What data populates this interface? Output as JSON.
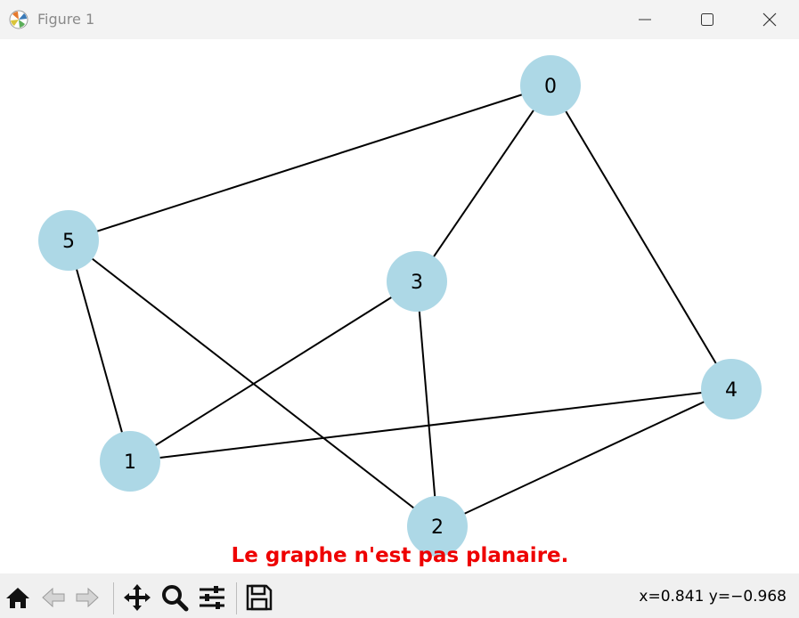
{
  "window": {
    "title": "Figure 1",
    "app_icon": "matplotlib-logo-icon",
    "controls": [
      "minimize-icon",
      "maximize-icon",
      "close-icon"
    ]
  },
  "figure": {
    "message": "Le graphe n'est pas planaire.",
    "message_color": "#ee0000",
    "node_color": "#add8e6",
    "edge_color": "#000000",
    "nodes": [
      {
        "id": "0",
        "label": "0"
      },
      {
        "id": "1",
        "label": "1"
      },
      {
        "id": "2",
        "label": "2"
      },
      {
        "id": "3",
        "label": "3"
      },
      {
        "id": "4",
        "label": "4"
      },
      {
        "id": "5",
        "label": "5"
      }
    ],
    "edges": [
      [
        "0",
        "5"
      ],
      [
        "0",
        "3"
      ],
      [
        "0",
        "4"
      ],
      [
        "5",
        "1"
      ],
      [
        "5",
        "2"
      ],
      [
        "3",
        "1"
      ],
      [
        "3",
        "2"
      ],
      [
        "1",
        "4"
      ],
      [
        "4",
        "2"
      ]
    ]
  },
  "toolbar": {
    "buttons": [
      "home-icon",
      "back-icon",
      "forward-icon",
      "pan-icon",
      "zoom-icon",
      "configure-subplots-icon",
      "save-icon"
    ],
    "coords": "x=0.841 y=−0.968"
  }
}
